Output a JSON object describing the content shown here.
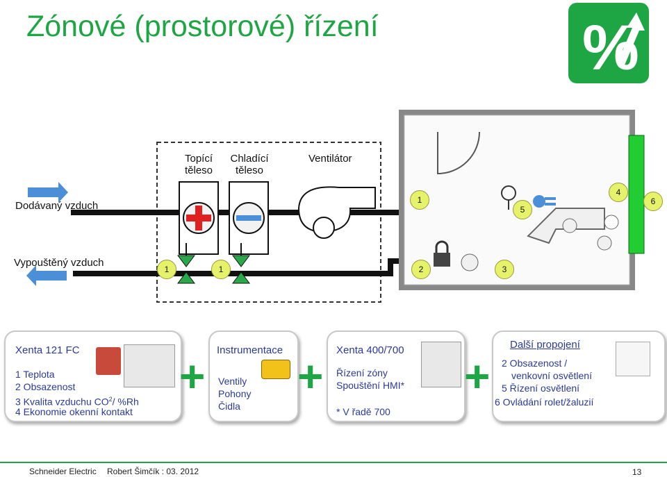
{
  "title": "Zónové (prostorové) řízení",
  "diagram": {
    "heating_coil": "Topící těleso",
    "cooling_coil": "Chladící těleso",
    "fan": "Ventilátor",
    "supply_air": "Dodávaný vzduch",
    "exhaust_air": "Vypouštěný vzduch",
    "markers": [
      "1",
      "1",
      "1",
      "2",
      "3",
      "4",
      "5",
      "6"
    ]
  },
  "boxes": {
    "xenta121": {
      "title": "Xenta 121 FC",
      "line1": "1 Teplota",
      "line2": "2 Obsazenost",
      "line3": "3 Kvalita vzduchu CO",
      "line3_sup": "2",
      "line3_tail": "/ %Rh",
      "line4": "4 Ekonomie okenní kontakt"
    },
    "instrumentace": {
      "title": "Instrumentace",
      "line1": "Ventily",
      "line2": "Pohony",
      "line3": "Čidla"
    },
    "xenta400": {
      "title": "Xenta 400/700",
      "line1": "Řízení zóny",
      "line2": "Spouštění HMI*",
      "note": "* V řadě 700"
    },
    "dalsi": {
      "title": "Další propojení",
      "line1": "2 Obsazenost /",
      "line2": "venkovní osvětlení",
      "line3": "5 Řízení osvětlení",
      "line4": "6 Ovládání rolet/žaluzií"
    }
  },
  "plus_sign": "+",
  "footer": {
    "left": "Schneider Electric",
    "author": "Robert Šimčík : 03. 2012",
    "page": "13"
  },
  "colors": {
    "accent_green": "#1ea544",
    "box_text_blue": "#2a3a9a",
    "arrow_blue": "#4a8fd8",
    "heating_red": "#e02020",
    "cooling_blue": "#4a8fd8",
    "marker_yellow": "#e6f26a"
  },
  "icons": [
    "percent-icon",
    "thermostat-icon",
    "lamp-icon",
    "lock-icon",
    "chair-icon",
    "plant-icon",
    "valve-icon",
    "fan-icon"
  ]
}
